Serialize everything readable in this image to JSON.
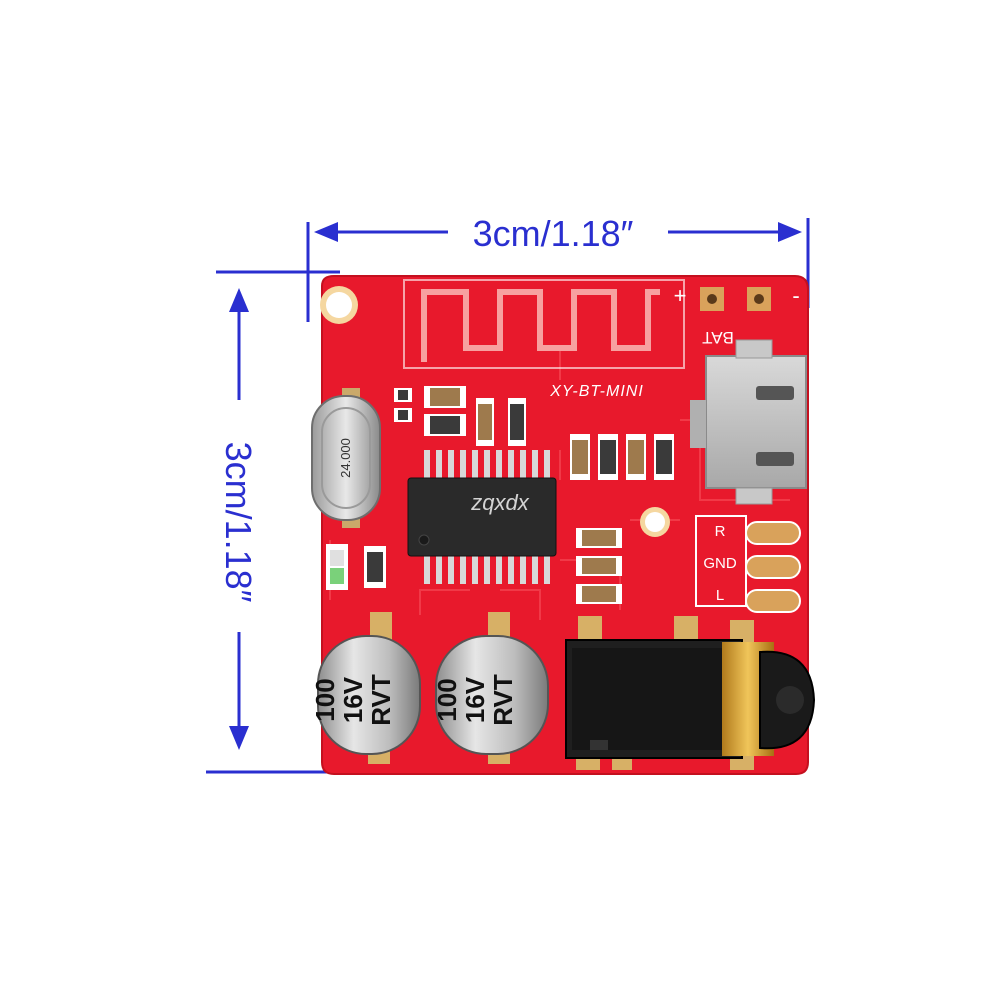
{
  "dimensions": {
    "width_label": "3cm/1.18″",
    "height_label": "3cm/1.18″"
  },
  "board": {
    "model_label": "XY-BT-MINI",
    "bat_label": "BAT",
    "plus_label": "+",
    "minus_label": "-",
    "crystal_label": "24.000",
    "pin_r_label": "R",
    "pin_gnd_label": "GND",
    "pin_l_label": "L",
    "cap1_lines": [
      "100",
      "16V",
      "RVT"
    ],
    "cap2_lines": [
      "100",
      "16V",
      "RVT"
    ]
  },
  "watermark": "zqxdx",
  "colors": {
    "pcb": "#e8192c",
    "dimension": "#2a2fd0"
  }
}
